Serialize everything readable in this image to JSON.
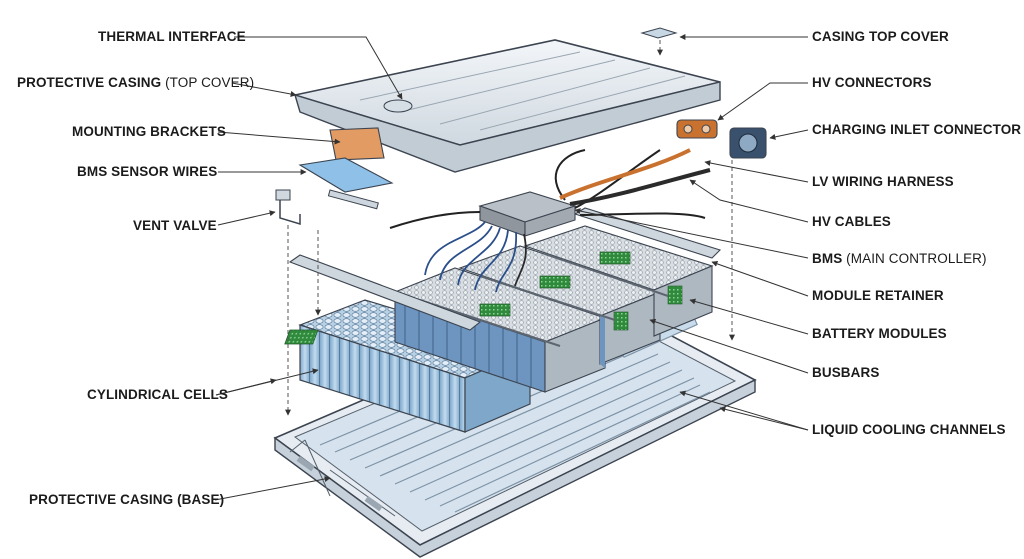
{
  "colors": {
    "casing_fill": "#e9eef3",
    "casing_stroke": "#3c4450",
    "cell_fill": "#a9c8e2",
    "module_fill": "#c9d0d6",
    "pcb_green": "#2f8a3c",
    "hv_orange": "#c9722f",
    "bms_gray": "#8f969d",
    "cable_blue": "#2b4f8a",
    "cooling_blue": "#c9dcec"
  },
  "labels_left": [
    {
      "bold": "THERMAL INTERFACE",
      "thin": ""
    },
    {
      "bold": "PROTECTIVE CASING",
      "thin": " (TOP COVER)"
    },
    {
      "bold": "MOUNTING BRACKETS",
      "thin": ""
    },
    {
      "bold": "BMS SENSOR WIRES",
      "thin": ""
    },
    {
      "bold": "VENT VALVE",
      "thin": ""
    },
    {
      "bold": "CYLINDRICAL CELLS",
      "thin": ""
    },
    {
      "bold": "PROTECTIVE CASING (BASE)",
      "thin": ""
    }
  ],
  "labels_right": [
    {
      "bold": "CASING TOP COVER",
      "thin": ""
    },
    {
      "bold": "HV CONNECTORS",
      "thin": ""
    },
    {
      "bold": "CHARGING INLET CONNECTOR",
      "thin": ""
    },
    {
      "bold": "LV WIRING HARNESS",
      "thin": ""
    },
    {
      "bold": "HV CABLES",
      "thin": ""
    },
    {
      "bold": "BMS",
      "thin": " (MAIN CONTROLLER)"
    },
    {
      "bold": "MODULE RETAINER",
      "thin": ""
    },
    {
      "bold": "BATTERY MODULES",
      "thin": ""
    },
    {
      "bold": "BUSBARS",
      "thin": ""
    },
    {
      "bold": "LIQUID COOLING CHANNELS",
      "thin": ""
    }
  ]
}
